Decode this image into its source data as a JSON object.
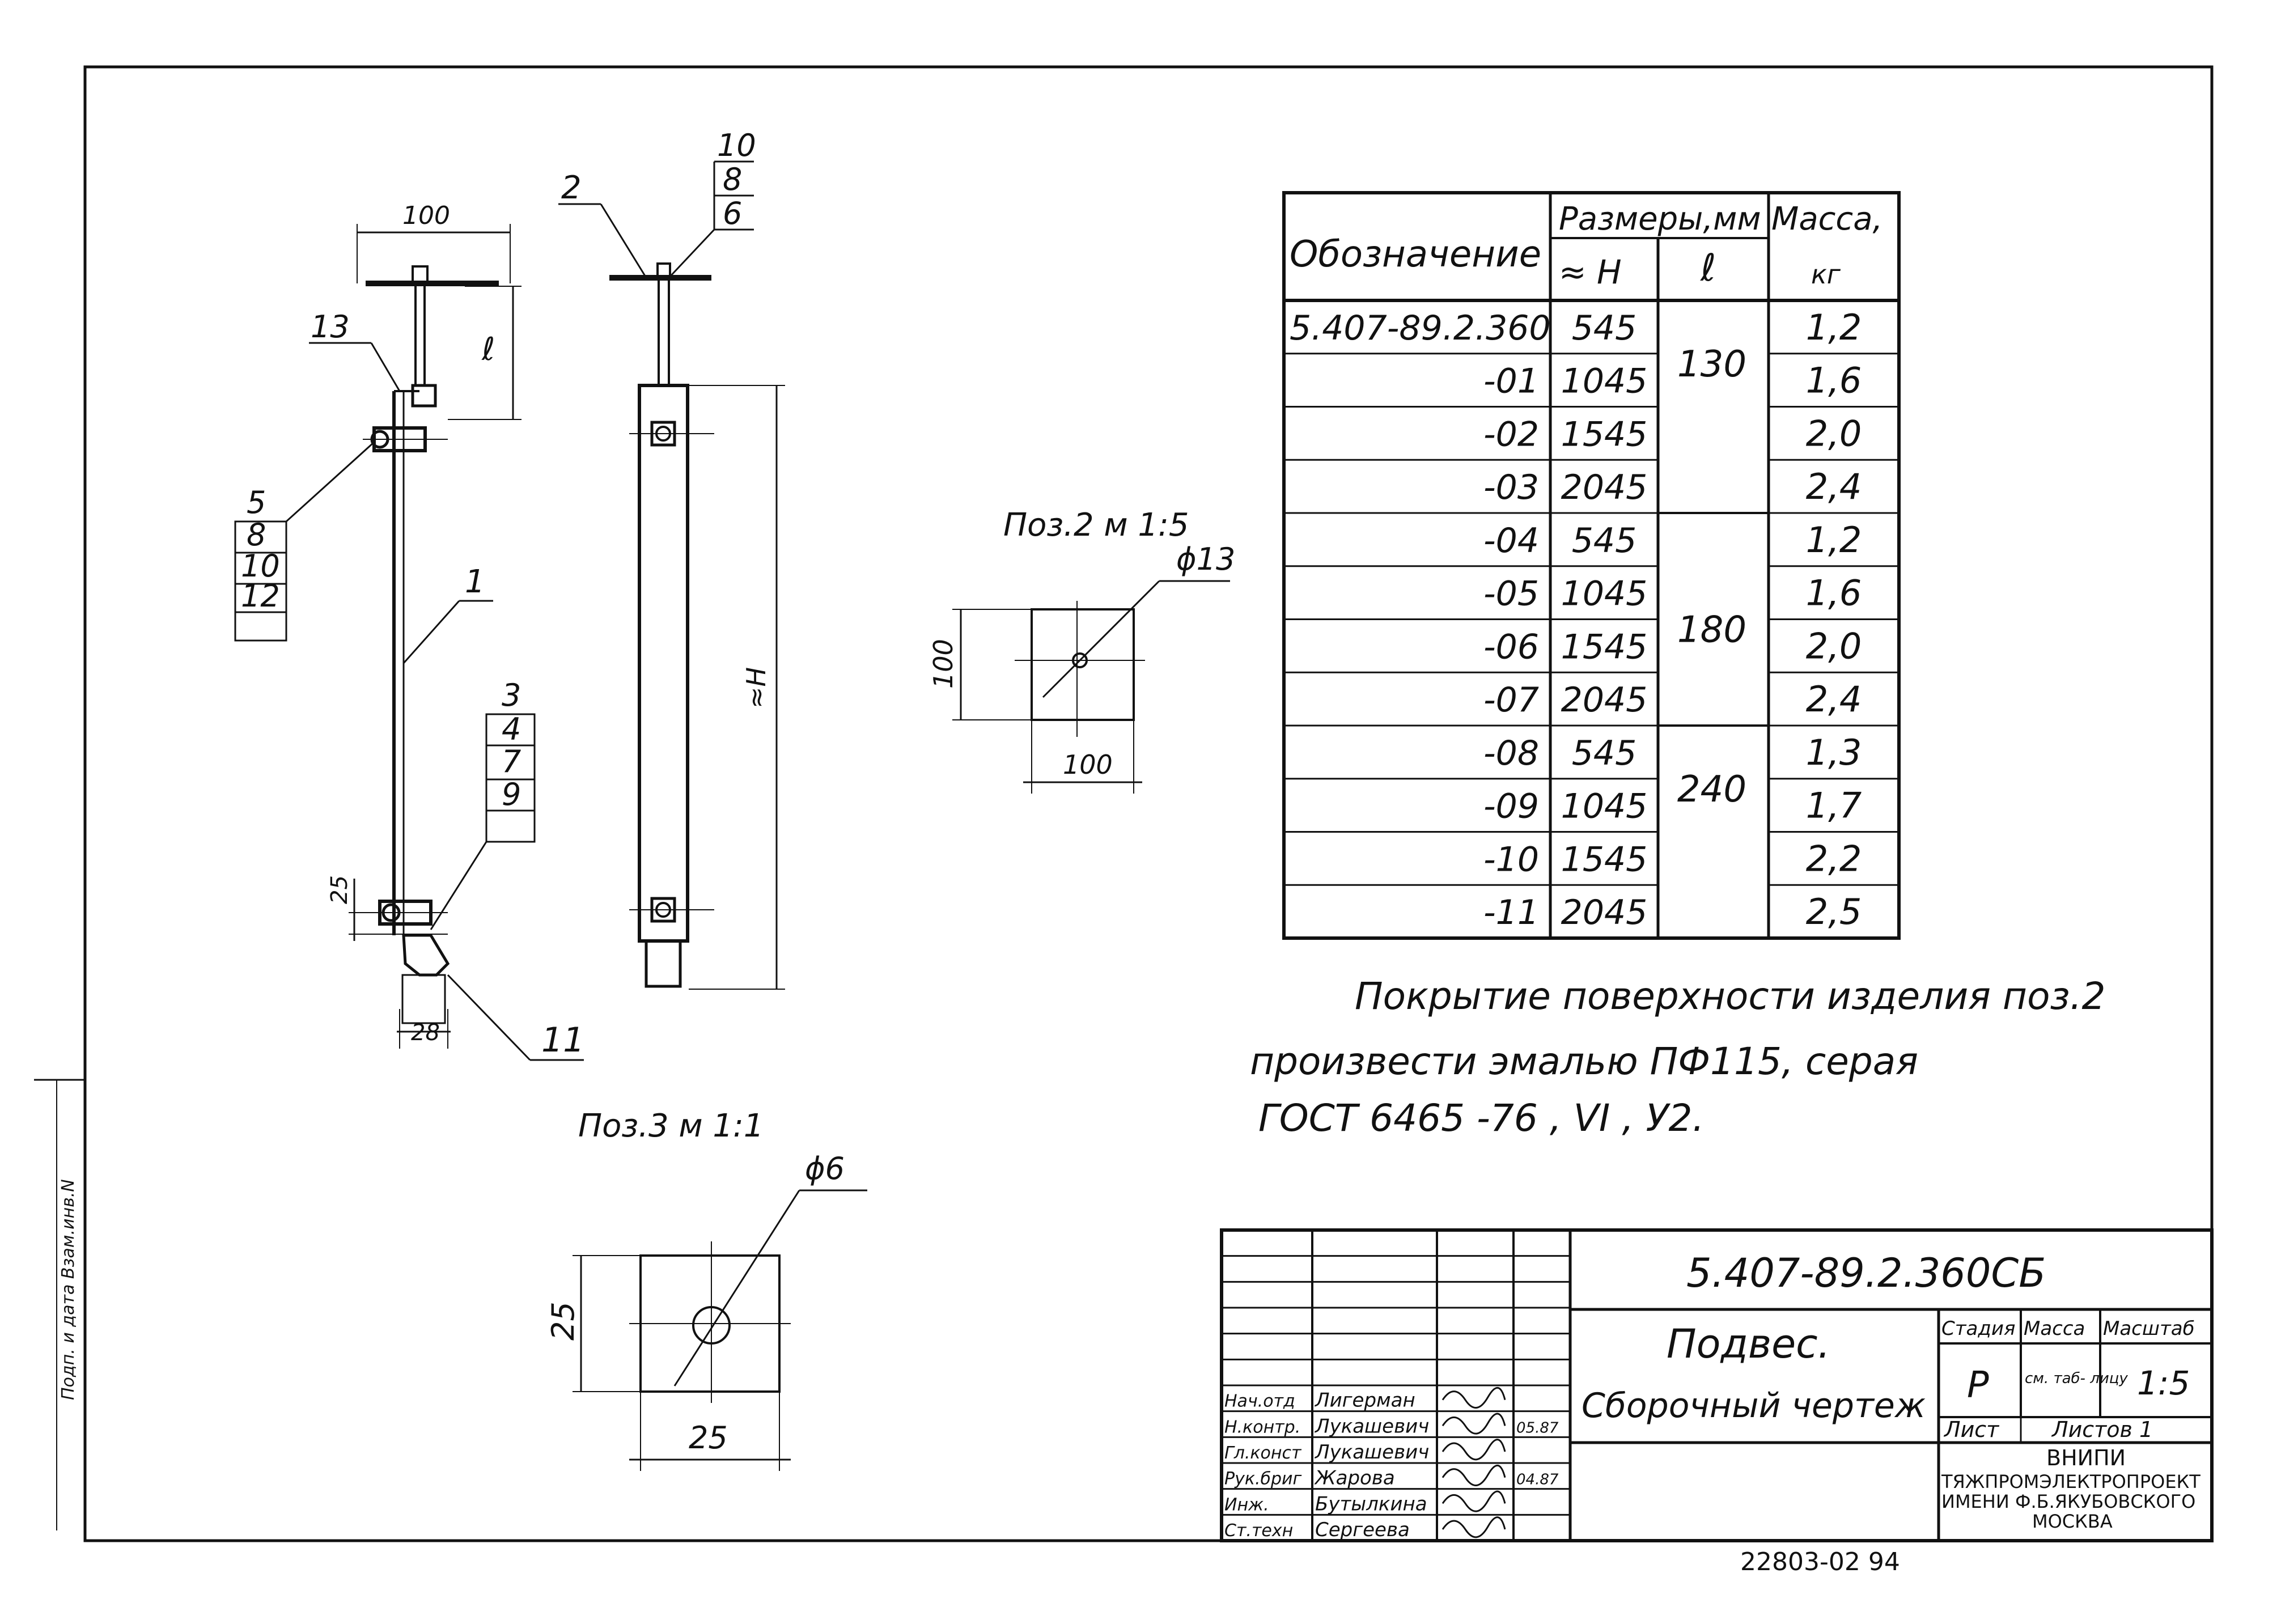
{
  "table": {
    "header": {
      "designation": "Обозначение",
      "dimensions": "Размеры,мм",
      "h_col": "≈ H",
      "l_col": "ℓ",
      "mass": "Масса,",
      "mass_unit": "кг"
    },
    "rows": [
      {
        "designation": "5.407-89.2.360",
        "h": "545",
        "l": "",
        "mass": "1,2"
      },
      {
        "designation": "-01",
        "h": "1045",
        "l": "130",
        "mass": "1,6"
      },
      {
        "designation": "-02",
        "h": "1545",
        "l": "",
        "mass": "2,0"
      },
      {
        "designation": "-03",
        "h": "2045",
        "l": "",
        "mass": "2,4"
      },
      {
        "designation": "-04",
        "h": "545",
        "l": "",
        "mass": "1,2"
      },
      {
        "designation": "-05",
        "h": "1045",
        "l": "",
        "mass": "1,6"
      },
      {
        "designation": "-06",
        "h": "1545",
        "l": "180",
        "mass": "2,0"
      },
      {
        "designation": "-07",
        "h": "2045",
        "l": "",
        "mass": "2,4"
      },
      {
        "designation": "-08",
        "h": "545",
        "l": "",
        "mass": "1,3"
      },
      {
        "designation": "-09",
        "h": "1045",
        "l": "240",
        "mass": "1,7"
      },
      {
        "designation": "-10",
        "h": "1545",
        "l": "",
        "mass": "2,2"
      },
      {
        "designation": "-11",
        "h": "2045",
        "l": "",
        "mass": "2,5"
      }
    ]
  },
  "note": {
    "line1": "Покрытие поверхности изделия поз.2",
    "line2": "произвести эмалью ПФ115, серая",
    "line3": "ГОСТ 6465 -76   , VI , У2."
  },
  "views": {
    "main_left": {
      "dim_top": "100",
      "dim_l": "ℓ",
      "dim_25": "25",
      "dim_28": "28",
      "callout_13": "13",
      "callout_1": "1",
      "callout_11": "11",
      "stack_a": [
        "5",
        "8",
        "10",
        "12"
      ],
      "stack_b": [
        "3",
        "4",
        "7",
        "9"
      ]
    },
    "main_right": {
      "callout_2": "2",
      "stack_top": [
        "10",
        "8",
        "6"
      ],
      "dim_h": "≈H"
    },
    "pos2": {
      "caption": "Поз.2  м 1:5",
      "hole": "ϕ13",
      "dim_v": "100",
      "dim_h": "100"
    },
    "pos3": {
      "caption": "Поз.3   м 1:1",
      "hole": "ϕ6",
      "dim_v": "25",
      "dim_h": "25"
    }
  },
  "title_block": {
    "doc_number": "5.407-89.2.360СБ",
    "name_line1": "Подвес.",
    "name_line2": "Сборочный чертеж",
    "stage_label": "Стадия",
    "mass_label": "Масса",
    "scale_label": "Масштаб",
    "stage_value": "Р",
    "mass_value": "см. таб- лицу",
    "scale_value": "1:5",
    "sheet_label": "Лист",
    "sheets_label": "Листов 1",
    "org_line1": "ВНИПИ",
    "org_line2": "ТЯЖПРОМЭЛЕКТРОПРОЕКТ",
    "org_line3": "ИМЕНИ Ф.Б.ЯКУБОВСКОГО",
    "org_line4": "МОСКВА",
    "signatures": [
      {
        "role": "Нач.отд",
        "name": "Лигерман",
        "date": ""
      },
      {
        "role": "Н.контр.",
        "name": "Лукашевич",
        "date": "05.87"
      },
      {
        "role": "Гл.конст",
        "name": "Лукашевич",
        "date": ""
      },
      {
        "role": "Рук.бриг",
        "name": "Жарова",
        "date": "04.87"
      },
      {
        "role": "Инж.",
        "name": "Бутылкина",
        "date": ""
      },
      {
        "role": "Ст.техн",
        "name": "Сергеева",
        "date": ""
      }
    ]
  },
  "side_stamp": "Подп. и дата  Взам.инв.N",
  "bottom_code": "22803-02  94"
}
